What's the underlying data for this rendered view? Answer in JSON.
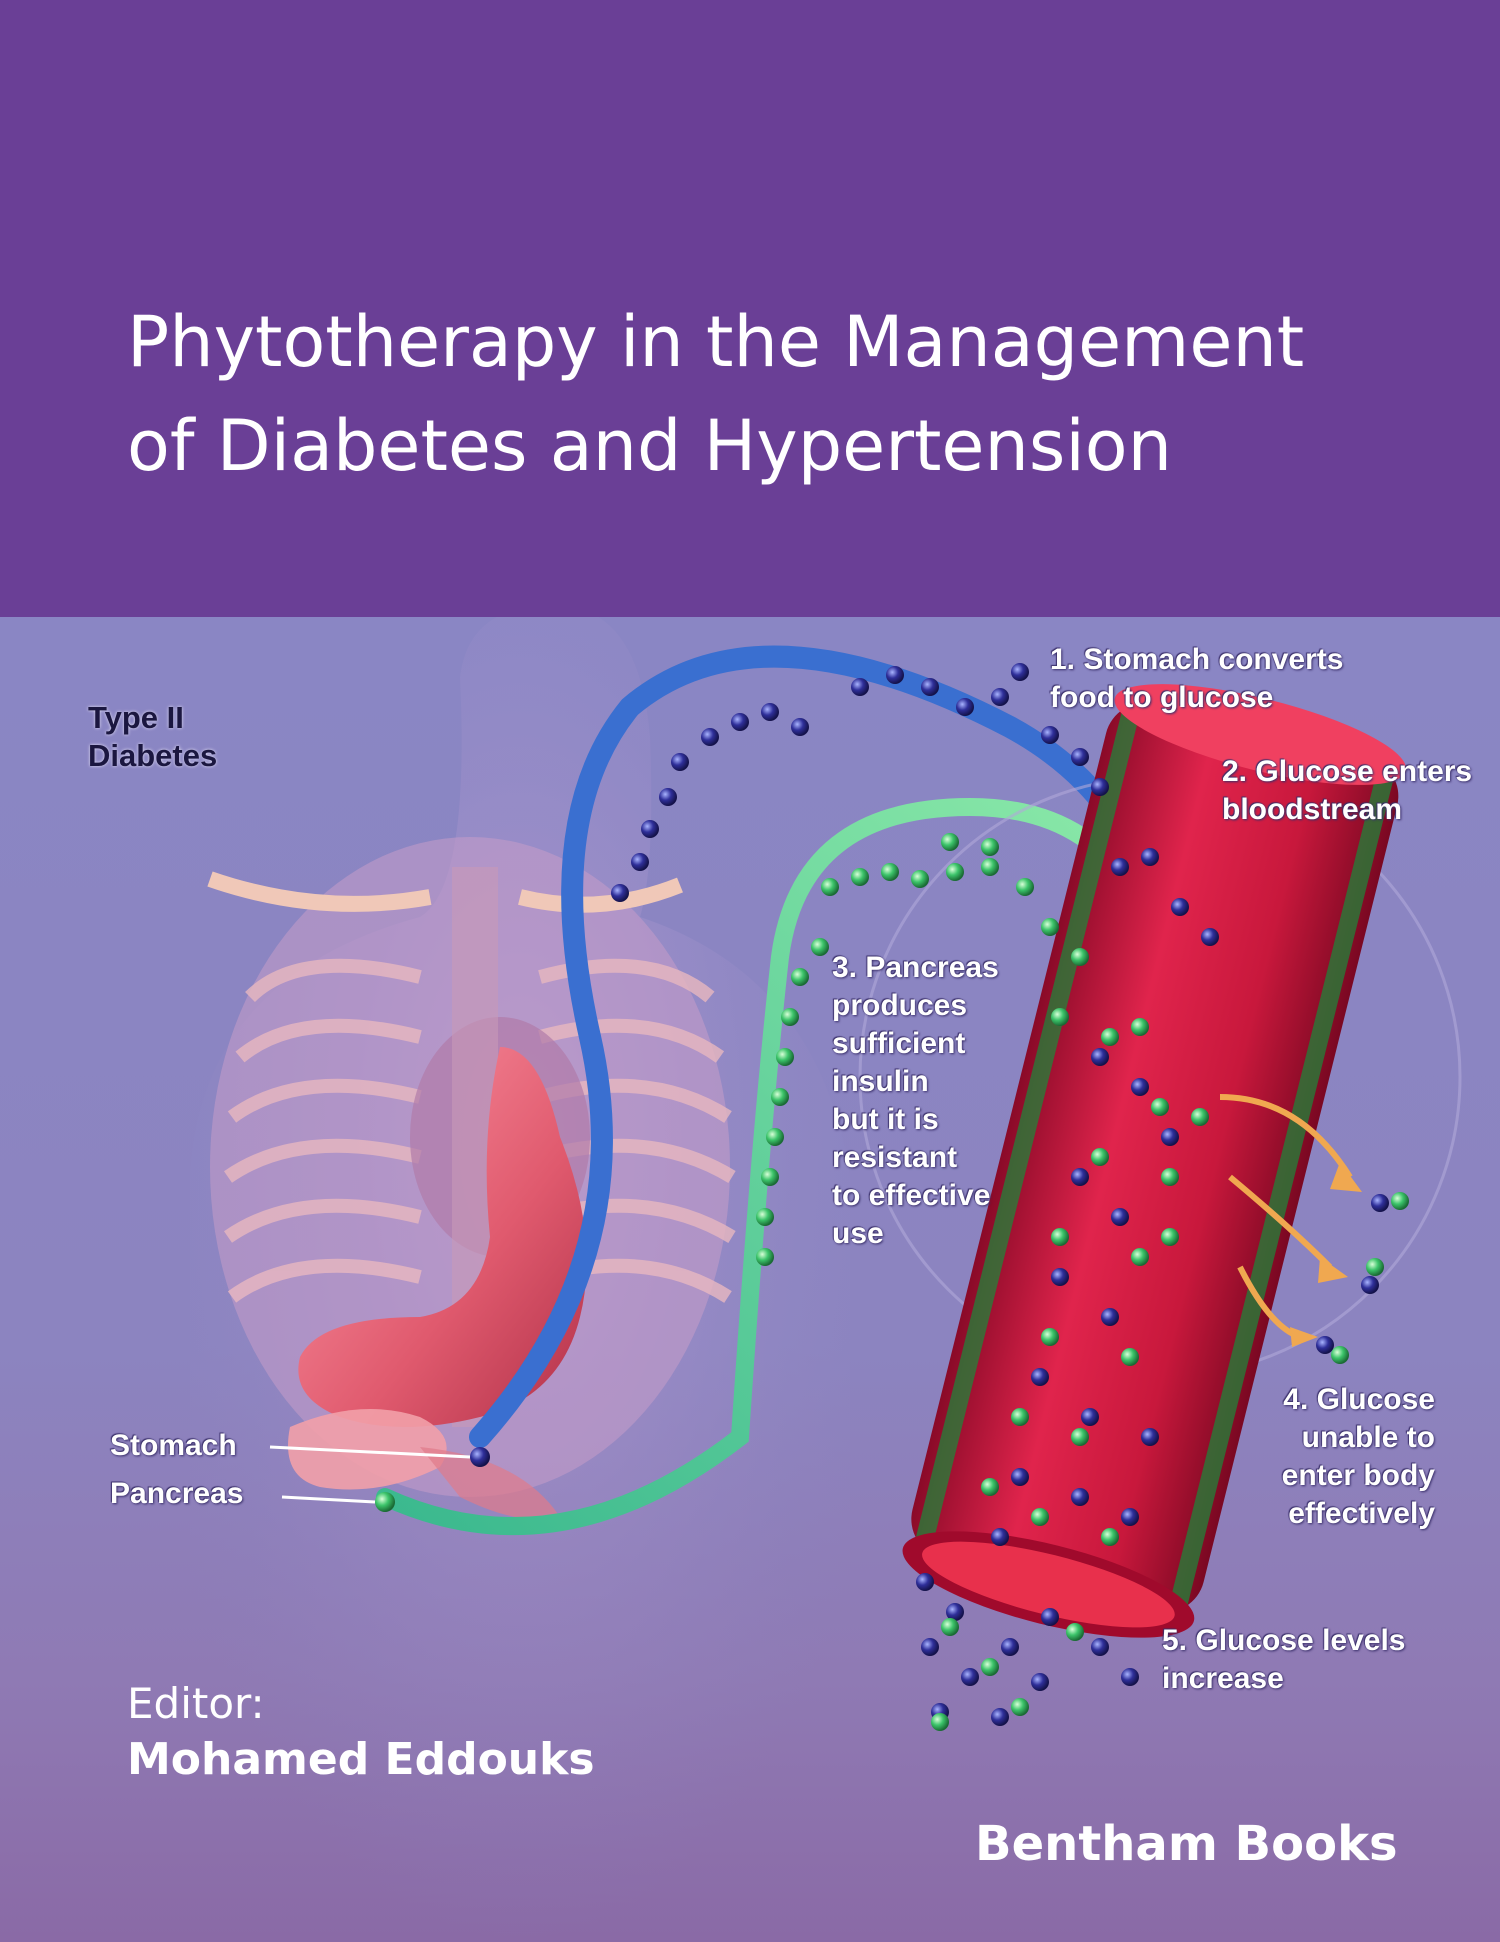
{
  "book": {
    "title_line1": "Phytotherapy in the Management",
    "title_line2": "of Diabetes and Hypertension",
    "editor_label": "Editor:",
    "editor_name": "Mohamed Eddouks",
    "publisher": "Bentham Books"
  },
  "illustration": {
    "heading_line1": "Type II",
    "heading_line2": "Diabetes",
    "organ_stomach": "Stomach",
    "organ_pancreas": "Pancreas",
    "step1_line1": "1. Stomach converts",
    "step1_line2": "food to glucose",
    "step2_line1": "2. Glucose enters",
    "step2_line2": "bloodstream",
    "step3_lines": [
      "3. Pancreas",
      "produces",
      "sufficient",
      "insulin",
      "but it is",
      "resistant",
      "to effective",
      "use"
    ],
    "step4_lines": [
      "4. Glucose",
      "unable to",
      "enter body",
      "effectively"
    ],
    "step5_line1": "5. Glucose levels",
    "step5_line2": "increase"
  },
  "colors": {
    "header_purple": "#6a3f96",
    "glucose_blue": "#2f2f9a",
    "insulin_green": "#3cc46a",
    "vessel_red": "#c8183c"
  }
}
